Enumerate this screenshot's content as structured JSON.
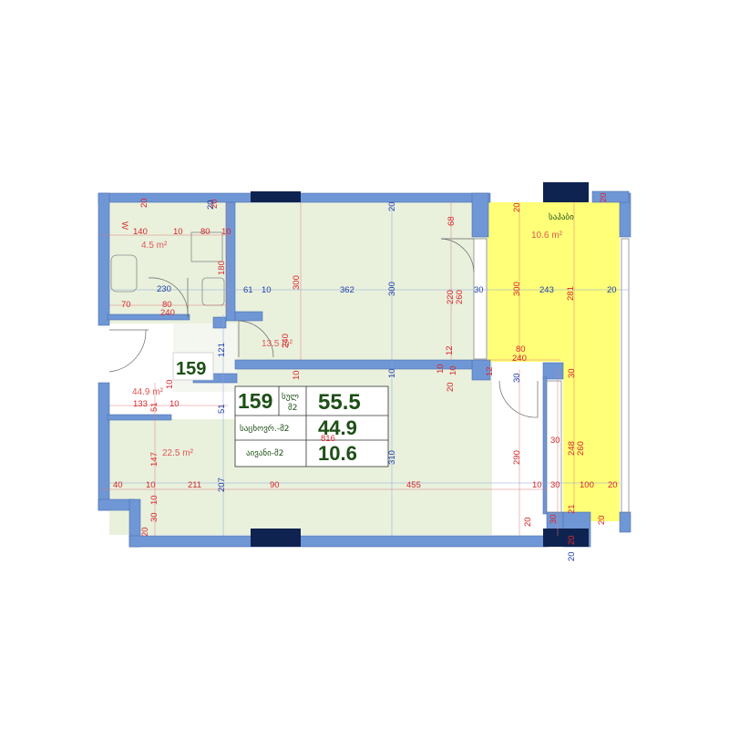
{
  "unit": {
    "number": "159",
    "total_label": "სულ\nმ2",
    "total_value": "55.5",
    "living_label": "საცხოვრ.-მ2",
    "living_value": "44.9",
    "balcony_label": "აივანი-მ2",
    "balcony_value": "10.6"
  },
  "room_areas": {
    "bathroom": "4.5 m²",
    "bedroom": "13.5 m²",
    "hall": "44.9 m²",
    "living": "22.5 m²",
    "balcony": "10.6 m²",
    "balcony_label": "საჰაბი",
    "w_mark": "W",
    "unit_badge": "159",
    "extra_816": "816"
  },
  "dimensions_red": {
    "d140": "140",
    "d10a": "10",
    "d80a": "80",
    "d10b": "10",
    "d20a": "20",
    "d20top": "20",
    "d20b": "20",
    "d68": "68",
    "d20c": "20",
    "d230": "230",
    "d180": "180",
    "d70": "70",
    "d80b": "80",
    "d240a": "240",
    "d300a": "300",
    "d300b": "300",
    "d220": "220",
    "d260a": "260",
    "d300c": "300",
    "d281": "281",
    "d240b": "240",
    "d12a": "12",
    "d121": "121",
    "d80c": "80",
    "d240c": "240",
    "d12b": "12",
    "d10c": "10",
    "d10d": "10",
    "d10e": "10",
    "d30a": "30",
    "d20d": "20",
    "d10f": "10",
    "d133": "133",
    "d51a": "51",
    "d10g": "10",
    "d51b": "51",
    "d290": "290",
    "d30b": "30",
    "d248": "248",
    "d260b": "260",
    "d147": "147",
    "d40": "40",
    "d10h": "10",
    "d211": "211",
    "d90": "90",
    "d455": "455",
    "d10i": "10",
    "d30c": "30",
    "d100": "100",
    "d20e": "20",
    "d30d": "30",
    "d10j": "10",
    "d20f": "20",
    "d21": "21",
    "d20g": "20",
    "d20h": "20",
    "d30e": "30",
    "d20i": "20"
  },
  "dimensions_blue": {
    "b20top": "20",
    "b20mid": "20",
    "b61": "61",
    "b10": "10",
    "b362": "362",
    "b30a": "30",
    "b243": "243",
    "b20r": "20",
    "b30b": "30",
    "b207": "207",
    "b310": "310",
    "b10mid": "10",
    "b20b": "20"
  }
}
